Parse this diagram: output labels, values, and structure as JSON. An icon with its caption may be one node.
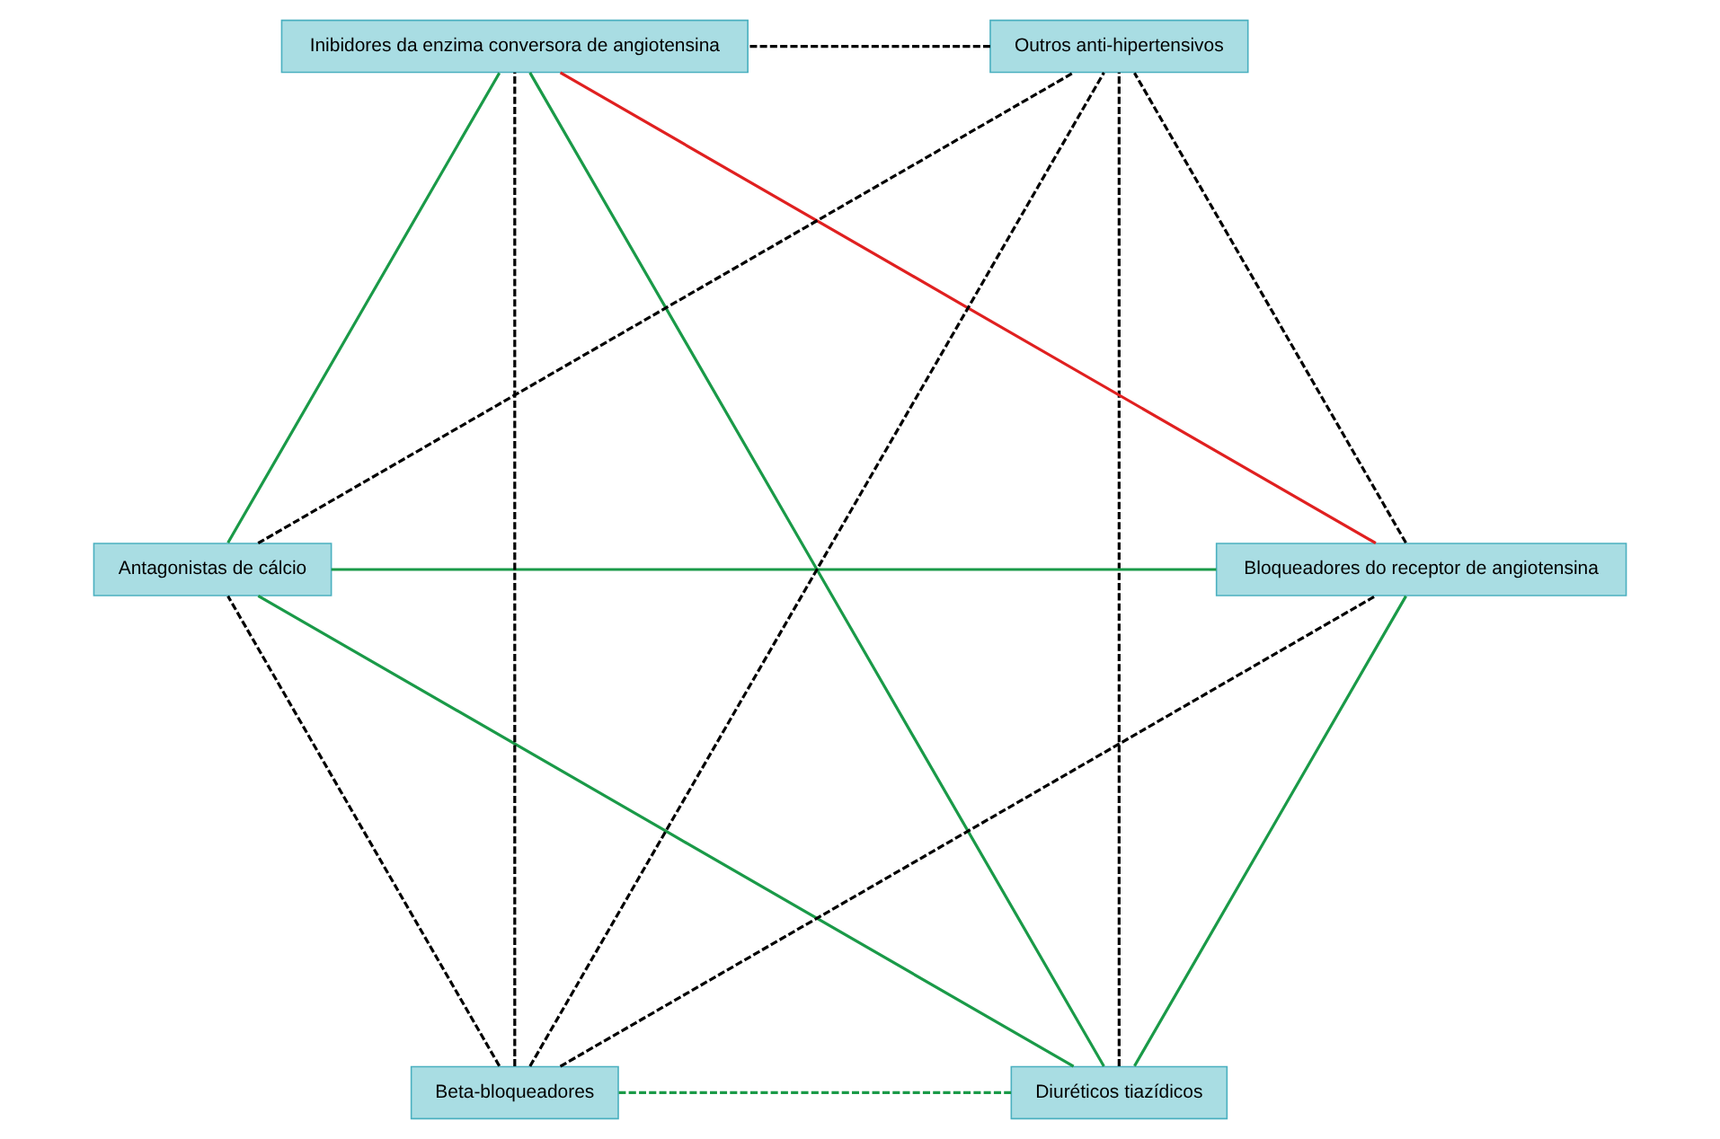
{
  "diagram": {
    "nodes": [
      {
        "text": [
          "Diuréticos tiazídicos"
        ]
      },
      {
        "text": [
          "Bloqueadores do receptor de angiotensina"
        ]
      },
      {
        "text": [
          "Antagonistas de cálcio"
        ]
      },
      {
        "text": [
          "Inibidores da enzima conversora de angiotensina"
        ]
      },
      {
        "text": [
          "Outros anti-hipertensivos"
        ]
      },
      {
        "text": [
          "Beta-bloqueadores"
        ]
      }
    ],
    "edges": [
      {
        "from": 0,
        "to": 5,
        "arrow": "none",
        "style": "dashed",
        "color": "#1a9a48"
      },
      {
        "from": 0,
        "to": 1,
        "arrow": "none",
        "color": "#1a9a48"
      },
      {
        "from": 0,
        "to": 2,
        "arrow": "none",
        "color": "#1a9a48"
      },
      {
        "from": 0,
        "to": 3,
        "arrow": "none",
        "color": "#1a9a48"
      },
      {
        "from": 0,
        "to": 4,
        "arrow": "none",
        "style": "dashed"
      },
      {
        "from": 5,
        "to": 1,
        "arrow": "none",
        "style": "dashed"
      },
      {
        "from": 5,
        "to": 2,
        "arrow": "none",
        "style": "dashed"
      },
      {
        "from": 5,
        "to": 3,
        "arrow": "none",
        "style": "dashed"
      },
      {
        "from": 5,
        "to": 4,
        "arrow": "none",
        "style": "dashed"
      },
      {
        "from": 1,
        "to": 2,
        "arrow": "none",
        "color": "#1a9a48"
      },
      {
        "from": 1,
        "to": 3,
        "arrow": "none",
        "color": "#e02020"
      },
      {
        "from": 1,
        "to": 4,
        "arrow": "none",
        "style": "dashed"
      },
      {
        "from": 2,
        "to": 3,
        "arrow": "none",
        "color": "#1a9a48"
      },
      {
        "from": 2,
        "to": 4,
        "arrow": "none",
        "style": "dashed"
      },
      {
        "from": 4,
        "to": 3,
        "arrow": "none",
        "style": "dashed"
      }
    ]
  }
}
